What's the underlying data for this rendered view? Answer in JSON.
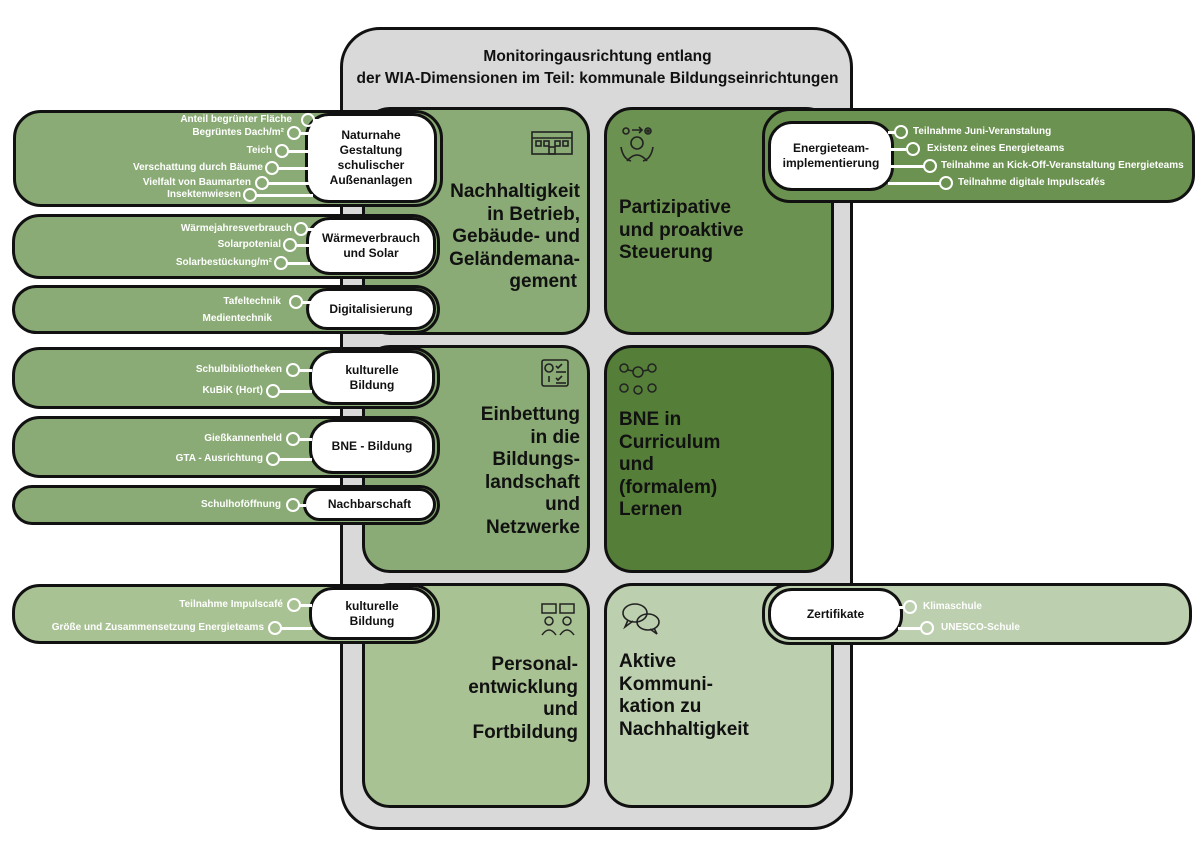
{
  "title": [
    "Monitoringausrichtung entlang",
    "der WIA-Dimensionen im Teil: kommunale Bildungseinrichtungen"
  ],
  "colors": {
    "frame": "#d9d9d9",
    "q1": "#8aab75",
    "q2": "#6b9250",
    "q3": "#8aab75",
    "q4": "#557f38",
    "q5": "#a9c294",
    "q6": "#bccfae",
    "outline": "#111111"
  },
  "quadrants": {
    "q1": {
      "lines": [
        "Nachhaltigkeit",
        "in Betrieb,",
        "Gebäude- und",
        "Geländemana-",
        "gement"
      ],
      "icon": "building-icon"
    },
    "q2": {
      "lines": [
        "Partizipative",
        "und proaktive",
        "Steuerung"
      ],
      "icon": "participation-head-icon"
    },
    "q3": {
      "lines": [
        "Einbettung",
        "in die",
        "Bildungs-",
        "landschaft",
        "und",
        "Netzwerke"
      ],
      "icon": "checklist-icon"
    },
    "q4": {
      "lines": [
        "BNE in",
        "Curriculum",
        "und",
        "(formalem)",
        "Lernen"
      ],
      "icon": "people-network-icon"
    },
    "q5": {
      "lines": [
        "Personal-",
        "entwicklung",
        "und",
        "Fortbildung"
      ],
      "icon": "presentation-icon"
    },
    "q6": {
      "lines": [
        "Aktive",
        "Kommuni-",
        "kation zu",
        "Nachhaltigkeit"
      ],
      "icon": "speech-bubbles-icon"
    }
  },
  "pills": {
    "naturnahe": {
      "label": [
        "Naturnahe",
        "Gestaltung",
        "schulischer",
        "Außenanlagen"
      ],
      "items": [
        "Anteil begrünter Fläche",
        "Begrüntes Dach/m²",
        "Teich",
        "Verschattung durch Bäume",
        "Vielfalt von Baumarten",
        "Insektenwiesen"
      ]
    },
    "waerme": {
      "label": [
        "Wärmeverbrauch",
        "und Solar"
      ],
      "items": [
        "Wärmejahresverbrauch",
        "Solarpotenial",
        "Solarbestückung/m²"
      ]
    },
    "digital": {
      "label": [
        "Digitalisierung"
      ],
      "items": [
        "Tafeltechnik",
        "Medientechnik"
      ]
    },
    "kulturell1": {
      "label": [
        "kulturelle",
        "Bildung"
      ],
      "items": [
        "Schulbibliotheken",
        "KuBiK (Hort)"
      ]
    },
    "bne": {
      "label": [
        "BNE - Bildung"
      ],
      "items": [
        "Gießkannenheld",
        "GTA - Ausrichtung"
      ]
    },
    "nachbar": {
      "label": [
        "Nachbarschaft"
      ],
      "items": [
        "Schulhoföffnung"
      ]
    },
    "kulturell2": {
      "label": [
        "kulturelle",
        "Bildung"
      ],
      "items": [
        "Teilnahme Impulscafé",
        "Größe und Zusammensetzung Energieteams"
      ]
    },
    "energieteam": {
      "label": [
        "Energieteam-",
        "implementierung"
      ],
      "items": [
        "Teilnahme Juni-Veranstalung",
        "Existenz eines Energieteams",
        "Teilnahme an Kick-Off-Veranstaltung Energieteams",
        "Teilnahme digitale Impulscafés"
      ]
    },
    "zertifikate": {
      "label": [
        "Zertifikate"
      ],
      "items": [
        "Klimaschule",
        "UNESCO-Schule"
      ]
    }
  }
}
